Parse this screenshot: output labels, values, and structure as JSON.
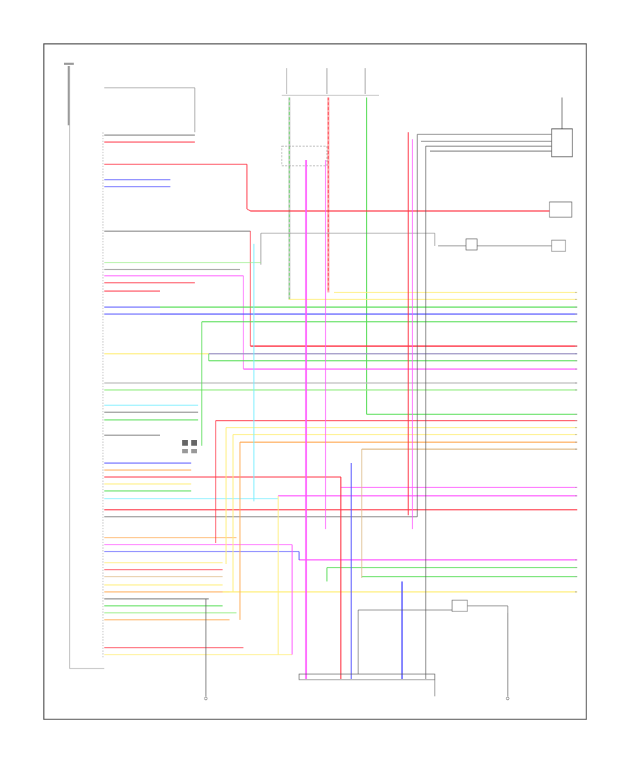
{
  "page_ref": "",
  "colors": {
    "frame": "#444444",
    "blk": "#555555",
    "red": "#ff3344",
    "pnk": "#ff55ff",
    "blu": "#5555ff",
    "grn": "#55dd55",
    "ltgrn": "#99ee88",
    "yel": "#ffee77",
    "org": "#ffaa55",
    "gry": "#bbbbbb",
    "cyan": "#77eeff",
    "tan": "#ddbb88"
  },
  "components": [
    {
      "id": "left-ecu",
      "name": "",
      "location": ""
    },
    {
      "id": "top-fuse-1",
      "name": ""
    },
    {
      "id": "top-fuse-2",
      "name": ""
    },
    {
      "id": "top-fuse-3",
      "name": ""
    },
    {
      "id": "relay-1",
      "name": ""
    },
    {
      "id": "relay-2",
      "name": ""
    },
    {
      "id": "right-sensor",
      "name": ""
    },
    {
      "id": "right-joint",
      "name": ""
    },
    {
      "id": "bottom-connector",
      "name": ""
    }
  ]
}
